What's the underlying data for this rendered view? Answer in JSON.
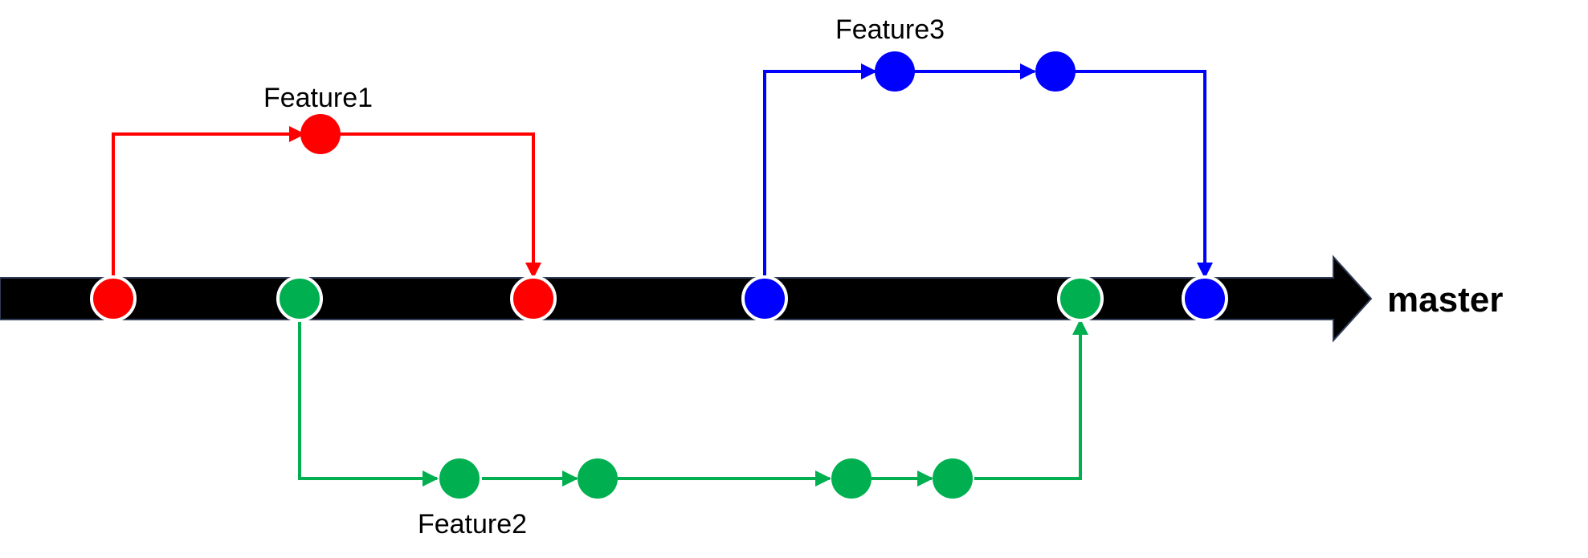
{
  "master": {
    "label": "master",
    "color": "#000000"
  },
  "branches": {
    "feature1": {
      "label": "Feature1",
      "color": "#ff0000"
    },
    "feature2": {
      "label": "Feature2",
      "color": "#00b050"
    },
    "feature3": {
      "label": "Feature3",
      "color": "#0000ff"
    }
  },
  "master_commits": [
    {
      "branch": "feature1",
      "color": "#ff0000"
    },
    {
      "branch": "feature2",
      "color": "#00b050"
    },
    {
      "branch": "feature1",
      "color": "#ff0000"
    },
    {
      "branch": "feature3",
      "color": "#0000ff"
    },
    {
      "branch": "feature2",
      "color": "#00b050"
    },
    {
      "branch": "feature3",
      "color": "#0000ff"
    }
  ],
  "branch_commit_counts": {
    "feature1": 1,
    "feature2": 4,
    "feature3": 2
  }
}
